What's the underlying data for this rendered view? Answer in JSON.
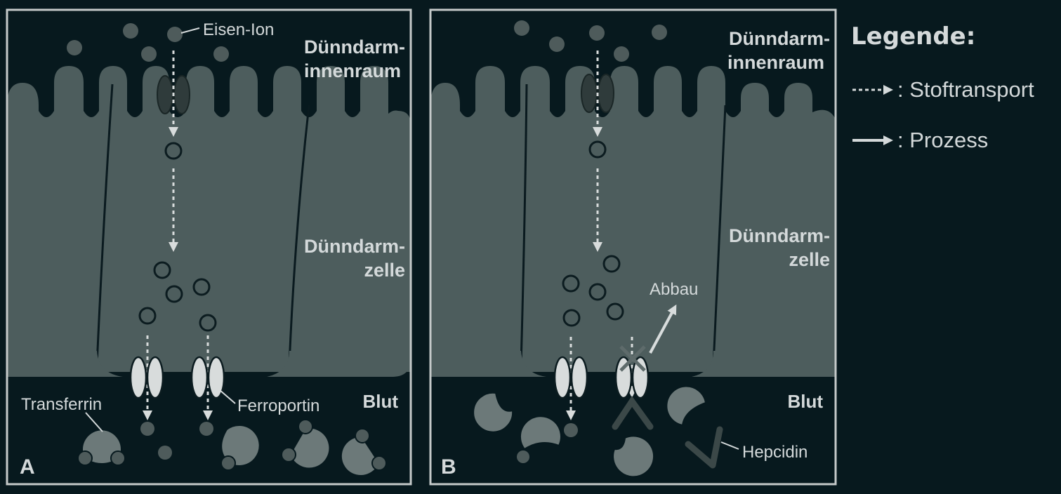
{
  "panels": [
    {
      "letter": "A",
      "lumen_label": [
        "Dünndarm-",
        "innenraum"
      ],
      "cell_label": [
        "Dünndarm-",
        "zelle"
      ],
      "blood_label": "Blut",
      "callouts": {
        "iron_ion": "Eisen-Ion",
        "transferrin": "Transferrin",
        "ferroportin": "Ferroportin"
      }
    },
    {
      "letter": "B",
      "lumen_label": [
        "Dünndarm-",
        "innenraum"
      ],
      "cell_label": [
        "Dünndarm-",
        "zelle"
      ],
      "blood_label": "Blut",
      "callouts": {
        "degradation": "Abbau",
        "hepcidin": "Hepcidin"
      }
    }
  ],
  "legend": {
    "title": "Legende:",
    "items": [
      {
        "arrow": "dotted",
        "label": ": Stoftransport"
      },
      {
        "arrow": "solid",
        "label": ": Prozess"
      }
    ]
  },
  "colors": {
    "background": "#07191e",
    "cell": "#4d5d5d",
    "cell_border": "#0a1a1f",
    "frame": "#c4c9c9",
    "text": "#d4d9da",
    "iron": "#4e5b5b",
    "transporter_dark": "#2f3b3b",
    "transporter_light": "#d8dcdc",
    "transferrin": "#6c7979",
    "hepcidin": "#3b4848"
  }
}
